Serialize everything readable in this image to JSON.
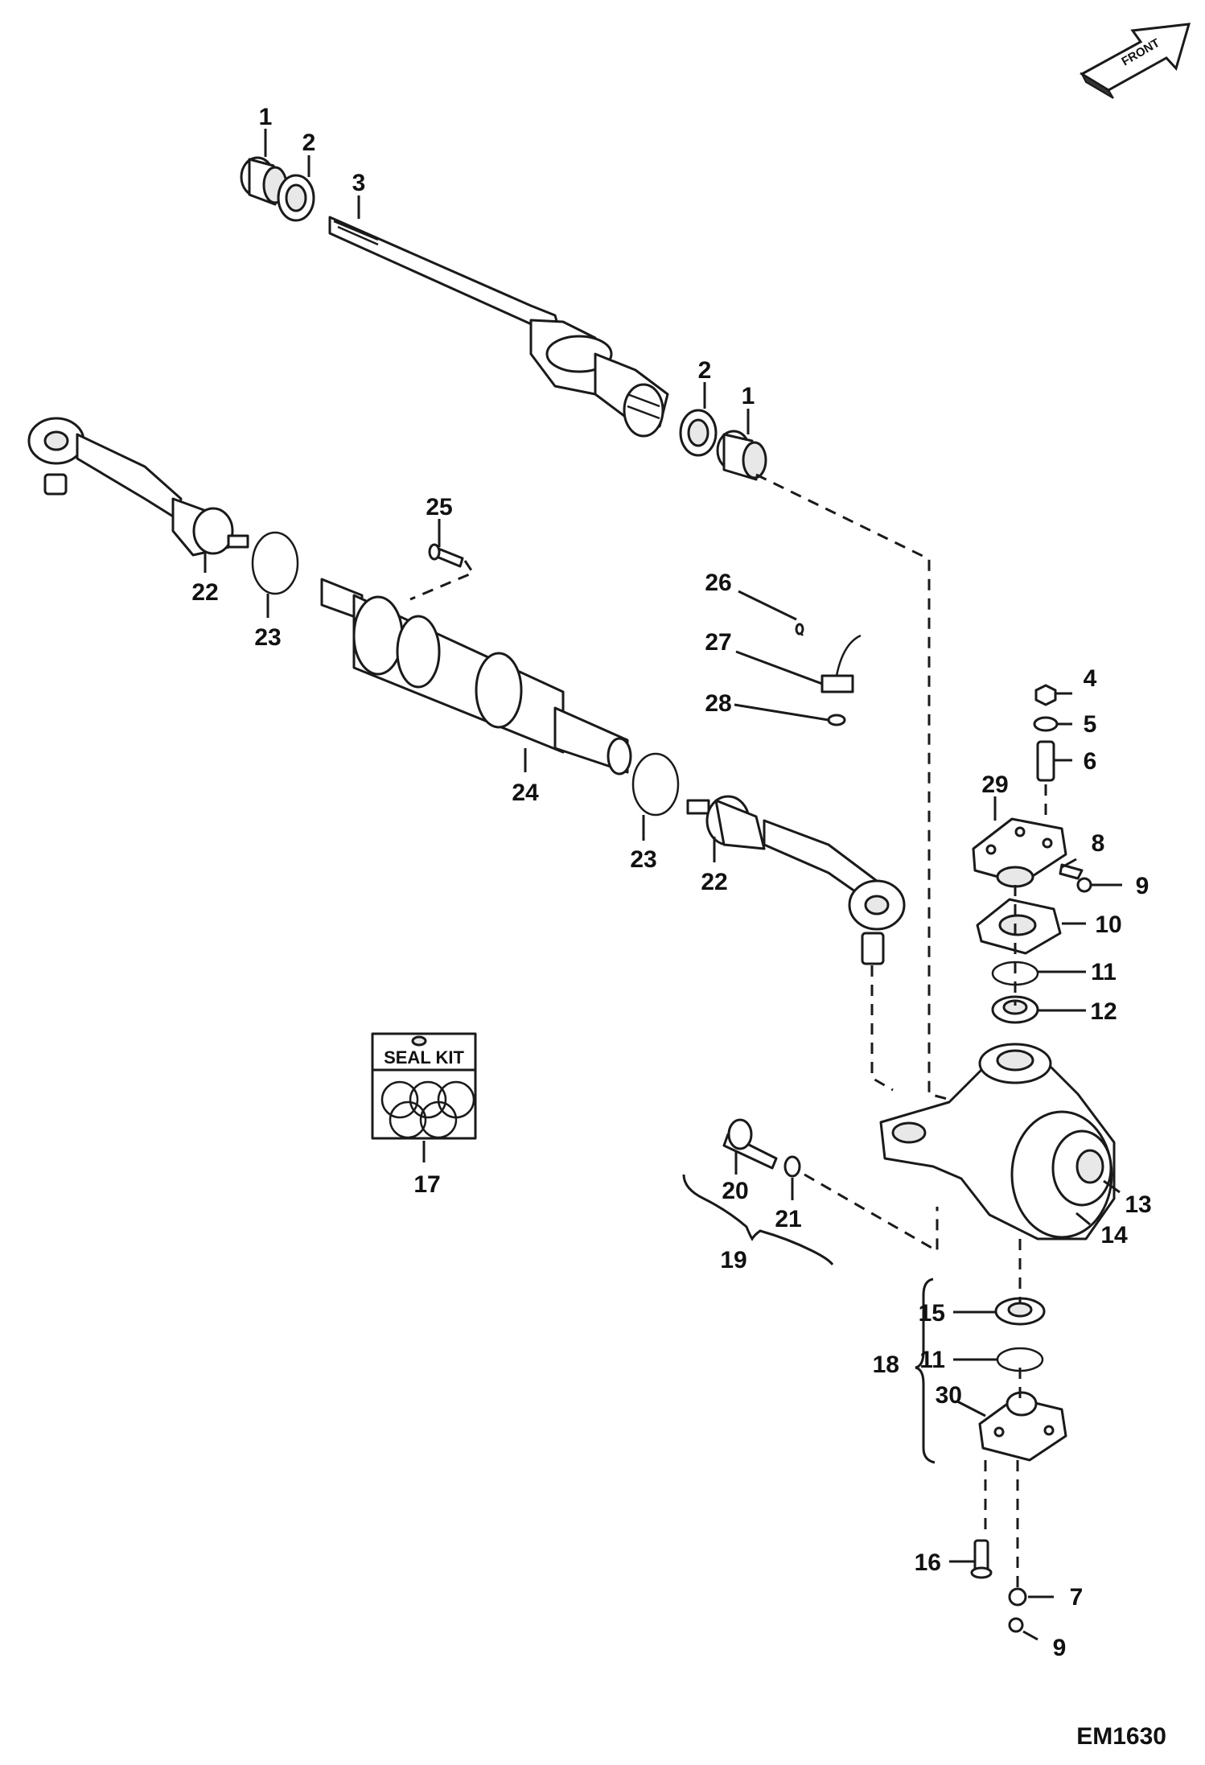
{
  "figure_id": "EM1630",
  "direction_label": "FRONT",
  "seal_kit_label": "SEAL KIT",
  "callouts": {
    "c1a": "1",
    "c2a": "2",
    "c3": "3",
    "c2b": "2",
    "c1b": "1",
    "c25": "25",
    "c22a": "22",
    "c23a": "23",
    "c24": "24",
    "c23b": "23",
    "c22b": "22",
    "c26": "26",
    "c27": "27",
    "c28": "28",
    "c4": "4",
    "c5": "5",
    "c6": "6",
    "c29": "29",
    "c8": "8",
    "c9a": "9",
    "c10": "10",
    "c11a": "11",
    "c12": "12",
    "c13": "13",
    "c14": "14",
    "c17": "17",
    "c20": "20",
    "c21": "21",
    "c19": "19",
    "c15": "15",
    "c18": "18",
    "c11b": "11",
    "c30": "30",
    "c16": "16",
    "c7": "7",
    "c9b": "9"
  }
}
